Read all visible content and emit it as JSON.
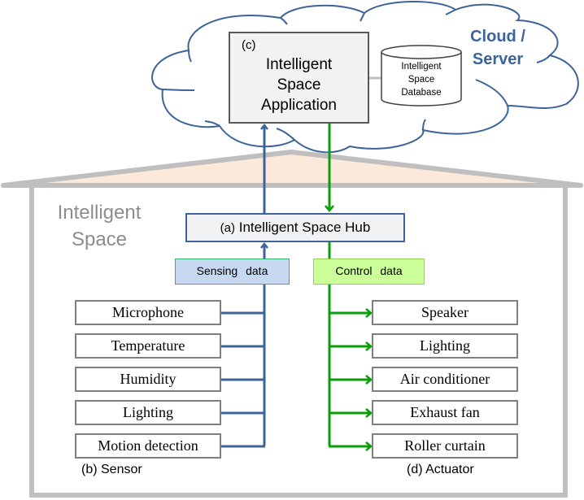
{
  "colors": {
    "cloud_stroke": "#3c649a",
    "sensing_line": "#3c649a",
    "control_line": "#0a9e0a",
    "house_stroke": "#bfbfbf",
    "roof_fill": "#fde9d9",
    "app_fill": "#f2f2f2",
    "sensing_fill": "#c6d9f1",
    "control_fill": "#ccff99"
  },
  "cloud": {
    "label": "Cloud /\nServer",
    "application": {
      "tag": "(c)",
      "title": "Intelligent\nSpace\nApplication"
    },
    "database": {
      "label": "Intelligent\nSpace\nDatabase"
    }
  },
  "space": {
    "label": "Intelligent\nSpace",
    "hub": {
      "tag": "(a)",
      "title": "Intelligent Space Hub"
    },
    "sensing_label": "Sensing data",
    "control_label": "Control data"
  },
  "sensors": {
    "caption": "(b) Sensor",
    "items": [
      "Microphone",
      "Temperature",
      "Humidity",
      "Lighting",
      "Motion detection"
    ]
  },
  "actuators": {
    "caption": "(d) Actuator",
    "items": [
      "Speaker",
      "Lighting",
      "Air conditioner",
      "Exhaust fan",
      "Roller curtain"
    ]
  }
}
